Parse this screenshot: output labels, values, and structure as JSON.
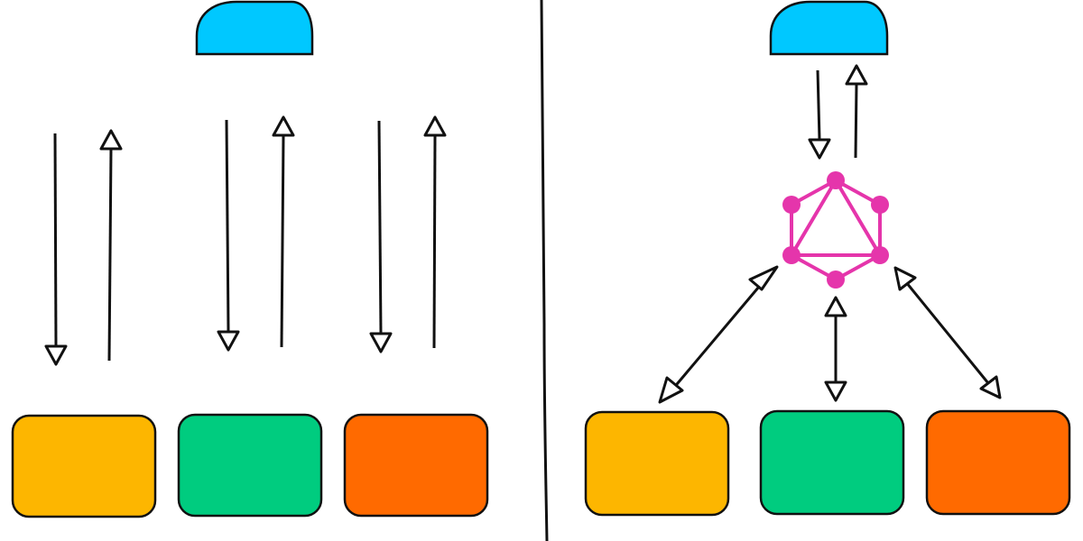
{
  "colors": {
    "user": "#00c8ff",
    "stroke": "#111111",
    "graphql": "#e535ab",
    "service_yellow": "#fdb600",
    "service_green": "#00cc7f",
    "service_orange": "#ff6a00",
    "background": "#ffffff"
  },
  "icons": {
    "user": "user-icon",
    "graphql": "graphql-logo-icon"
  },
  "left_panel": {
    "services": [
      {
        "color_key": "service_yellow"
      },
      {
        "color_key": "service_green"
      },
      {
        "color_key": "service_orange"
      }
    ],
    "arrow_pairs_per_service": 1
  },
  "right_panel": {
    "services": [
      {
        "color_key": "service_yellow"
      },
      {
        "color_key": "service_green"
      },
      {
        "color_key": "service_orange"
      }
    ],
    "connection": "bidirectional"
  }
}
